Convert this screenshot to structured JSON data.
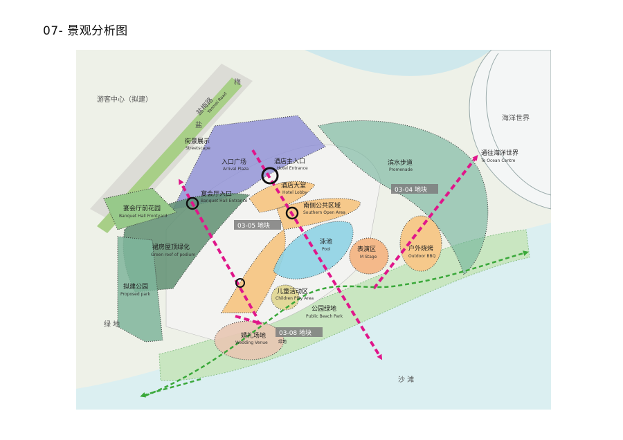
{
  "page": {
    "title": "07- 景观分析图"
  },
  "map": {
    "colors": {
      "sea": "#dbeff1",
      "ground": "#eef1e8",
      "plaza_purple": "#8d8fd6",
      "greenbelt": "#97c98a",
      "teal_zone": "#6fb39a",
      "orange_zone": "#f6c98b",
      "pool_blue": "#8fd3e4",
      "axis_magenta": "#e0168a",
      "path_green": "#3aa83a",
      "plot_tag": "#7d7d7d"
    },
    "roads": {
      "yanmei_cn": "盐梅路",
      "yanmei_en": "Yanmei Road",
      "char_yan": "盐",
      "char_mei": "梅"
    },
    "context": {
      "visitor_center": "游客中心（拟建）",
      "ocean_world": "海洋世界",
      "greenland": "绿   地",
      "beach": "沙   滩",
      "greenland_small": "绿地"
    },
    "plots": {
      "p0304": "03-04 地块",
      "p0305": "03-05 地块",
      "p0308": "03-08 地块"
    },
    "labels": {
      "streetscape_cn": "街景展示",
      "streetscape_en": "Streetscape",
      "arrival_cn": "入口广场",
      "arrival_en": "Arrival Plaza",
      "hotel_entrance_cn": "酒店主入口",
      "hotel_entrance_en": "Hotel Entrance",
      "hotel_lobby_cn": "酒店大堂",
      "hotel_lobby_en": "Hotel Lobby",
      "banquet_entrance_cn": "宴会厅入口",
      "banquet_entrance_en": "Banquet Hall Entrance",
      "banquet_garden_cn": "宴会厅前花园",
      "banquet_garden_en": "Banquet Hall Frontyard",
      "green_roof_cn": "裙房屋顶绿化",
      "green_roof_en": "Green roof of podium",
      "southern_open_cn": "南侧公共区域",
      "southern_open_en": "Southern Open Area",
      "promenade_cn": "滨水步道",
      "promenade_en": "Promenade",
      "ocean_centre_cn": "通往海洋世界",
      "ocean_centre_en": "To Ocean Centre",
      "pool_cn": "泳池",
      "pool_en": "Pool",
      "stage_cn": "表演区",
      "stage_en": "M Stage",
      "bbq_cn": "户外烧烤",
      "bbq_en": "Outdoor BBQ",
      "proposed_park_cn": "拟建公园",
      "proposed_park_en": "Proposed park",
      "children_cn": "儿童活动区",
      "children_en": "Children Play Area",
      "beach_park_cn": "公园绿地",
      "beach_park_en": "Public Beach Park",
      "wedding_cn": "婚礼场地",
      "wedding_en": "Wedding Venue"
    }
  }
}
